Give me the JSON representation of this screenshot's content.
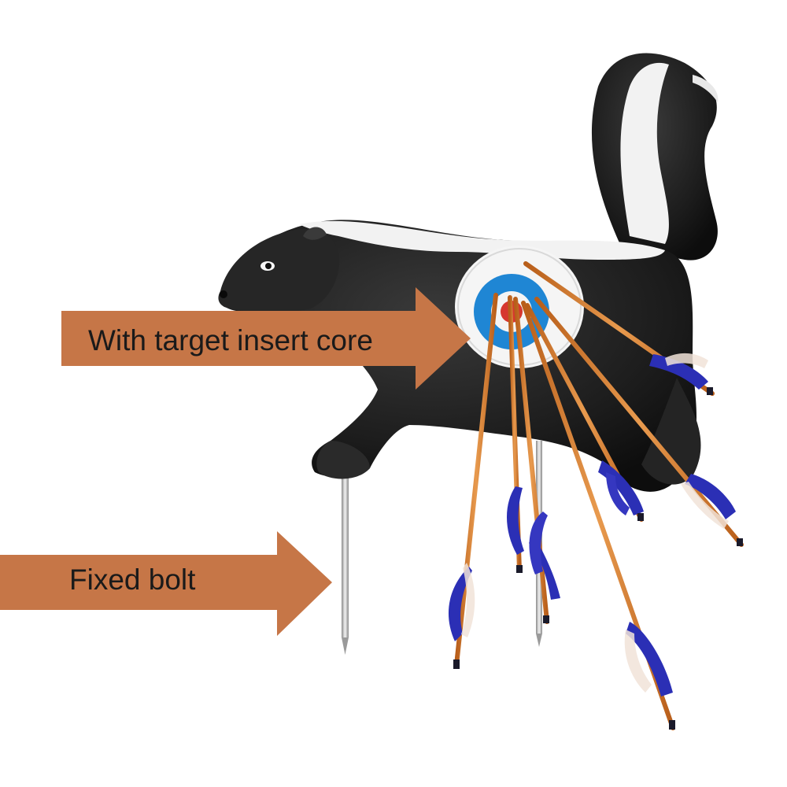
{
  "image": {
    "description_alt": "Skunk 3D archery target with arrows",
    "colors": {
      "background": "#ffffff",
      "callout_arrow": "#c67647",
      "skunk_body": "#1c1c1c",
      "skunk_stripe": "#f2f2f2",
      "target_blue": "#1f86d4",
      "target_red": "#d6372f",
      "arrow_shaft": "#d8782a",
      "fletching": "#2b2fb5"
    }
  },
  "callouts": {
    "core_label": "With target insert core",
    "bolt_label": "Fixed bolt"
  },
  "icons": {
    "core_arrow": "right-arrow-icon",
    "bolt_arrow": "right-arrow-icon"
  }
}
